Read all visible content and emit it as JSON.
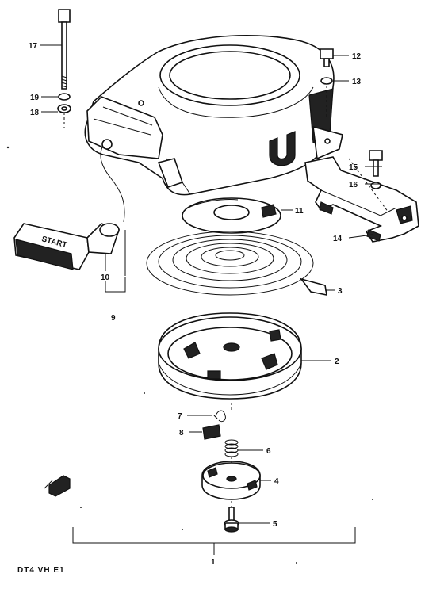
{
  "diagram": {
    "callouts": [
      "1",
      "2",
      "3",
      "4",
      "5",
      "6",
      "7",
      "8",
      "9",
      "10",
      "11",
      "12",
      "13",
      "14",
      "15",
      "16",
      "17",
      "18",
      "19"
    ],
    "handle_text": "START",
    "model_label": "DT4  VH  E1",
    "direction_icon": "front-arrow-icon"
  }
}
